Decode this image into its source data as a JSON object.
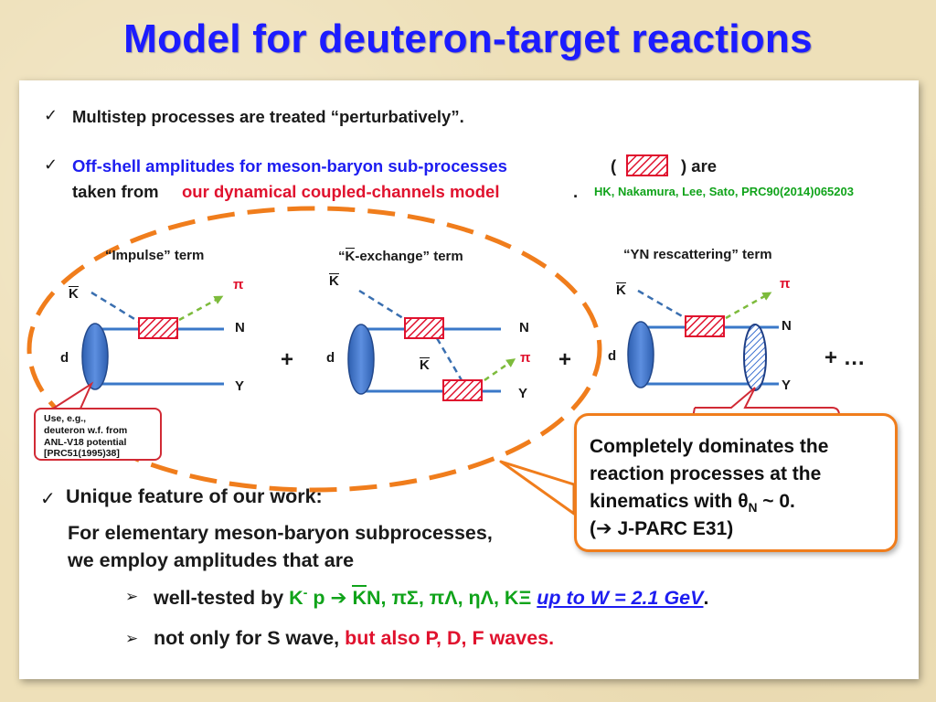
{
  "title": "Model for deuteron-target reactions",
  "bullets": {
    "b1": "Multistep processes are treated “perturbatively”.",
    "b2_a": "Off-shell amplitudes for meson-baryon sub-processes",
    "b2_open": "(",
    "b2_close": ") are",
    "b2_line2_a": "taken from",
    "b2_line2_b": "our dynamical coupled-channels model",
    "b2_line2_c": ".",
    "reference": "HK, Nakamura, Lee, Sato, PRC90(2014)065203"
  },
  "diagrams": {
    "impulse": {
      "label": "“Impulse” term",
      "kbar": "K",
      "pi": "π",
      "n": "N",
      "d": "d",
      "y": "Y"
    },
    "kexchange": {
      "label_open": "“",
      "label_kbar": "K",
      "label_rest": "-exchange” term",
      "kbar": "K",
      "d": "d",
      "n": "N",
      "pi": "π",
      "kbar_mid": "K",
      "y": "Y"
    },
    "yn": {
      "label": "“YN rescattering” term",
      "kbar": "K",
      "pi": "π",
      "n": "N",
      "d": "d",
      "y": "Y"
    },
    "plus1": "+",
    "plus2": "+",
    "plus3": "+ …"
  },
  "note": {
    "line1": "Use, e.g.,",
    "line2": "deuteron w.f. from",
    "line3": "ANL-V18 potential",
    "line4": "[PRC51(1995)38]"
  },
  "callout": {
    "line1": "Completely dominates the",
    "line2": "reaction processes at the",
    "line3_a": "kinematics with θ",
    "line3_sub": "N",
    "line3_b": " ~ 0.",
    "line4_open": "(",
    "line4_arrow": "➔",
    "line4_rest": " J-PARC E31)"
  },
  "unique": {
    "heading": "Unique feature of our work:",
    "line1": "For elementary meson-baryon subprocesses,",
    "line2": "we employ amplitudes that are",
    "sub1_a": "well-tested by",
    "sub1_kminus": "K",
    "sub1_sup": "-",
    "sub1_p": " p",
    "sub1_arrow": "➔",
    "sub1_kbar": "K",
    "sub1_rest": "N, πΣ, πΛ, ηΛ, KΞ",
    "sub1_link": "up to W = 2.1 GeV",
    "sub1_end": ".",
    "sub2_a": "not only for S wave,",
    "sub2_b": "but also P, D, F waves."
  },
  "colors": {
    "title": "#1c1cff",
    "accent_red": "#e0122e",
    "accent_green": "#10a31a",
    "callout_border": "#f07d1c",
    "nucleon_line": "#3a78c8"
  }
}
